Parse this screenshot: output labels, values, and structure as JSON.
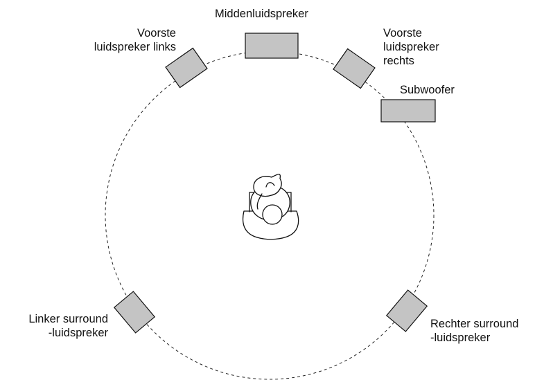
{
  "labels": {
    "center": "Middenluidspreker",
    "front_left": [
      "Voorste",
      "luidspreker links"
    ],
    "front_right": [
      "Voorste",
      "luidspreker",
      "rechts"
    ],
    "subwoofer": "Subwoofer",
    "surround_left": [
      "Linker surround",
      "-luidspreker"
    ],
    "surround_right": [
      "Rechter surround",
      "-luidspreker"
    ]
  },
  "colors": {
    "speaker_fill": "#c4c4c4",
    "stroke": "#111111"
  }
}
